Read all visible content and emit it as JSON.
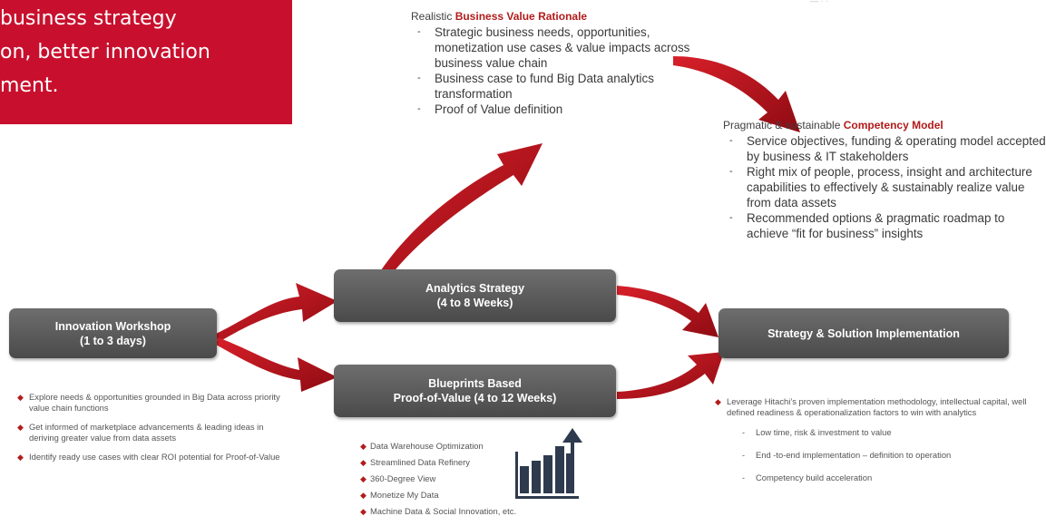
{
  "banner": {
    "lines": [
      "business strategy",
      "on, better innovation",
      "ment."
    ],
    "color": "#c8102e"
  },
  "top_note": "— · ·",
  "nodes": {
    "innovation_workshop": {
      "line1": "Innovation Workshop",
      "line2": "(1 to 3 days)"
    },
    "analytics_strategy": {
      "line1": "Analytics Strategy",
      "line2": "(4 to 8 Weeks)"
    },
    "blueprints": {
      "line1": "Blueprints Based",
      "line2": "Proof-of-Value (4 to 12 Weeks)"
    },
    "implementation": {
      "line1": "Strategy & Solution Implementation"
    }
  },
  "value_rationale": {
    "heading_prefix": "Realistic ",
    "heading_highlight": "Business Value Rationale",
    "items": [
      "Strategic business needs, opportunities, monetization use cases & value impacts across business value chain",
      "Business case to fund Big Data analytics transformation",
      "Proof of Value definition"
    ]
  },
  "competency_model": {
    "heading_prefix": "Pragmatic & sustainable ",
    "heading_highlight": "Competency Model",
    "items": [
      "Service objectives, funding & operating model accepted by business & IT stakeholders",
      "Right mix of people, process, insight and architecture capabilities to effectively & sustainably realize value from data assets",
      "Recommended options & pragmatic roadmap to achieve “fit for business” insights"
    ]
  },
  "workshop_points": [
    "Explore needs & opportunities grounded in Big Data across priority value chain functions",
    "Get informed of marketplace advancements & leading ideas in deriving greater value from data assets",
    "Identify ready use cases with clear ROI potential for Proof-of-Value"
  ],
  "proof_of_value_points": [
    "Data Warehouse Optimization",
    "Streamlined Data Refinery",
    "360-Degree View",
    "Monetize My Data",
    "Machine Data & Social Innovation, etc."
  ],
  "implementation": {
    "lead": "Leverage Hitachi’s proven implementation methodology, intellectual capital, well defined readiness & operationalization factors to win with analytics",
    "subs": [
      "Low time, risk & investment to value",
      "End -to-end implementation – definition to operation",
      "Competency build acceleration"
    ]
  },
  "colors": {
    "accent_red": "#b31b1b",
    "arrow_red": "#c0131b",
    "box_gray": "#5a5a5a",
    "icon_navy": "#2e3a4e"
  },
  "icons": {
    "bullet": "red-diamond-icon",
    "growth": "bar-chart-arrow-icon"
  }
}
